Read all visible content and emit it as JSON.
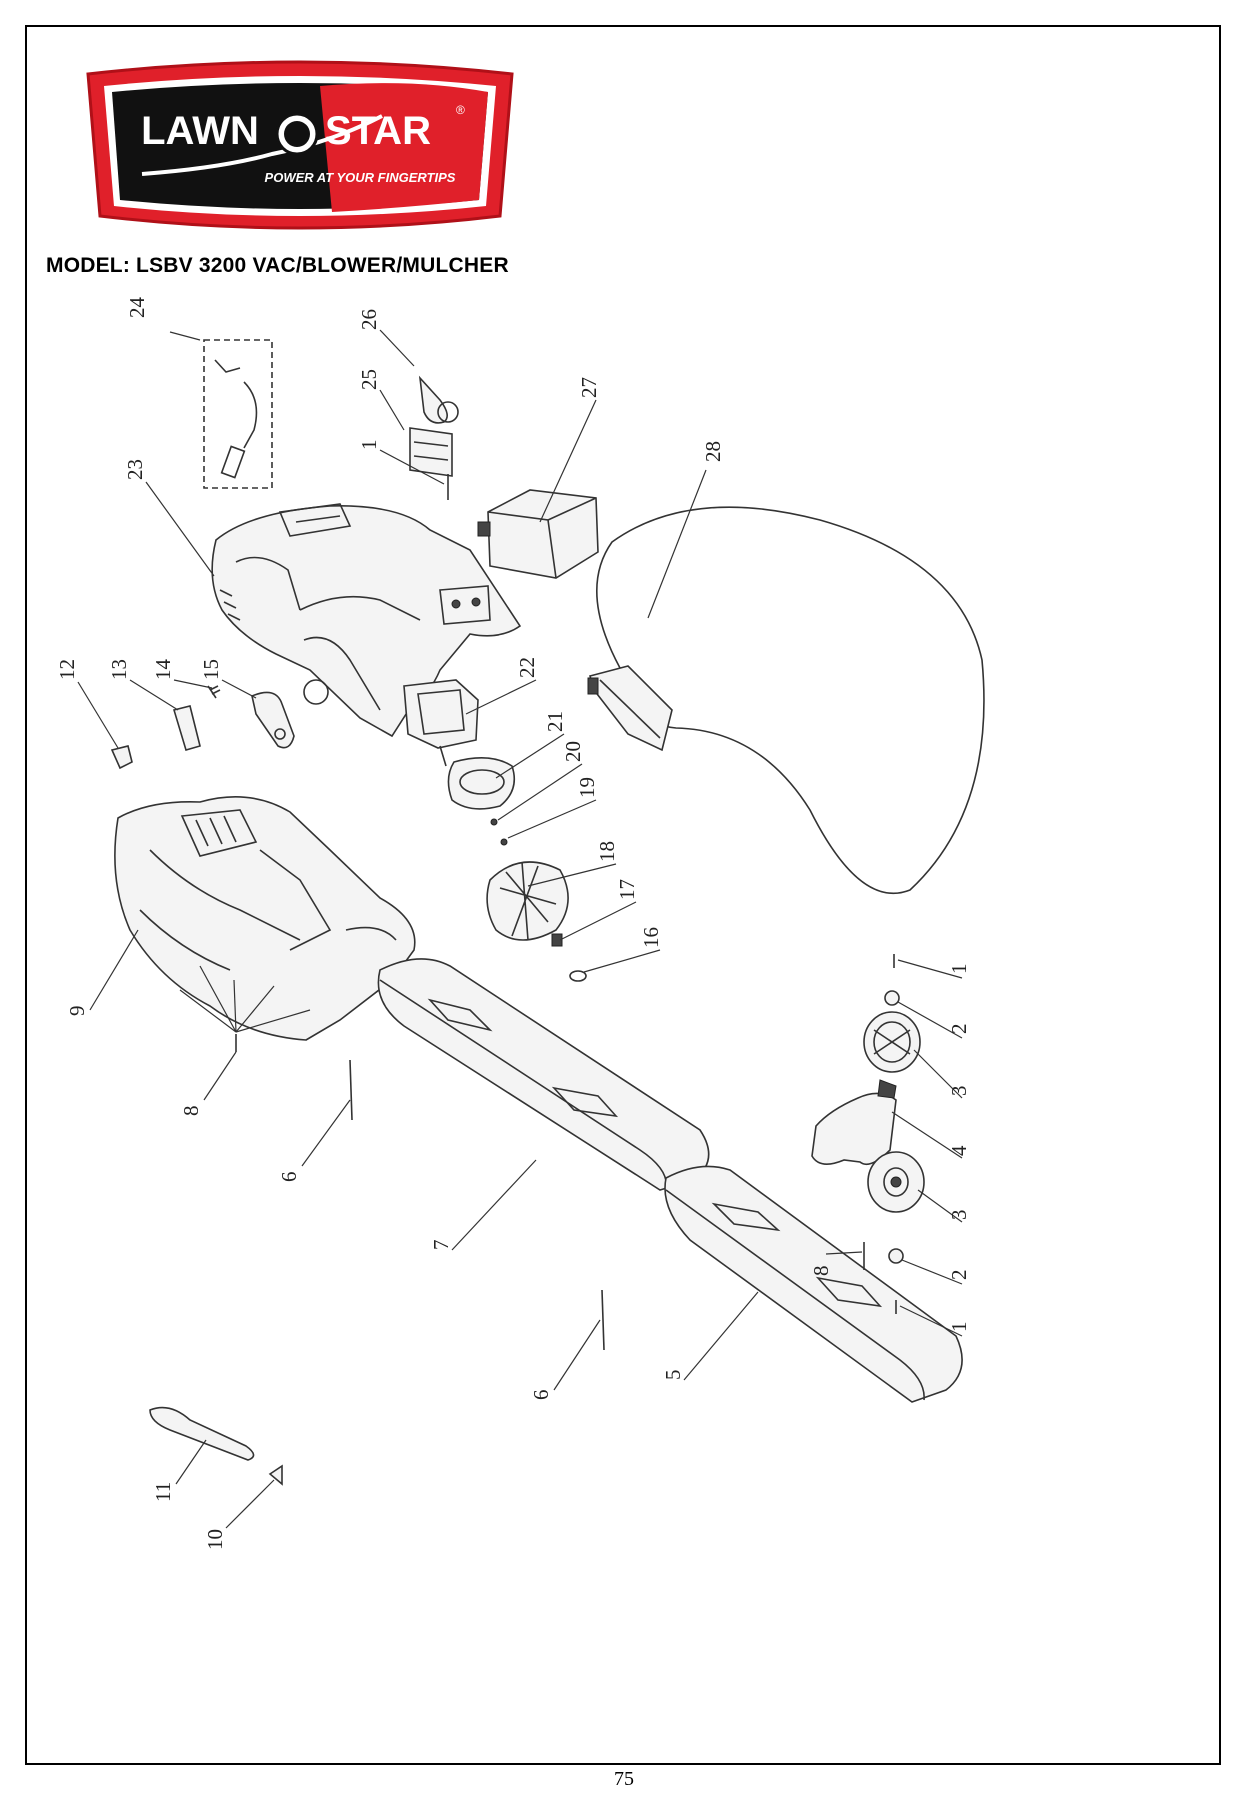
{
  "logo": {
    "brand_left": "LAWN",
    "brand_right": "STAR",
    "registered": "®",
    "tagline": "POWER AT YOUR FINGERTIPS",
    "colors": {
      "red": "#e0202a",
      "black": "#111111",
      "white": "#ffffff"
    }
  },
  "model_title": "MODEL: LSBV 3200 VAC/BLOWER/MULCHER",
  "callouts": {
    "c24": "24",
    "c26": "26",
    "c25": "25",
    "c1a": "1",
    "c27": "27",
    "c28": "28",
    "c23": "23",
    "c12": "12",
    "c13": "13",
    "c14": "14",
    "c15": "15",
    "c22": "22",
    "c21": "21",
    "c20": "20",
    "c19": "19",
    "c18": "18",
    "c17": "17",
    "c16": "16",
    "c9": "9",
    "c8a": "8",
    "c6a": "6",
    "c7": "7",
    "c1b": "1",
    "c2a": "2",
    "c3a": "3",
    "c4": "4",
    "c3b": "3",
    "c8b": "8",
    "c2b": "2",
    "c1c": "1",
    "c11": "11",
    "c10": "10",
    "c6b": "6",
    "c5": "5"
  },
  "page_number": "75"
}
